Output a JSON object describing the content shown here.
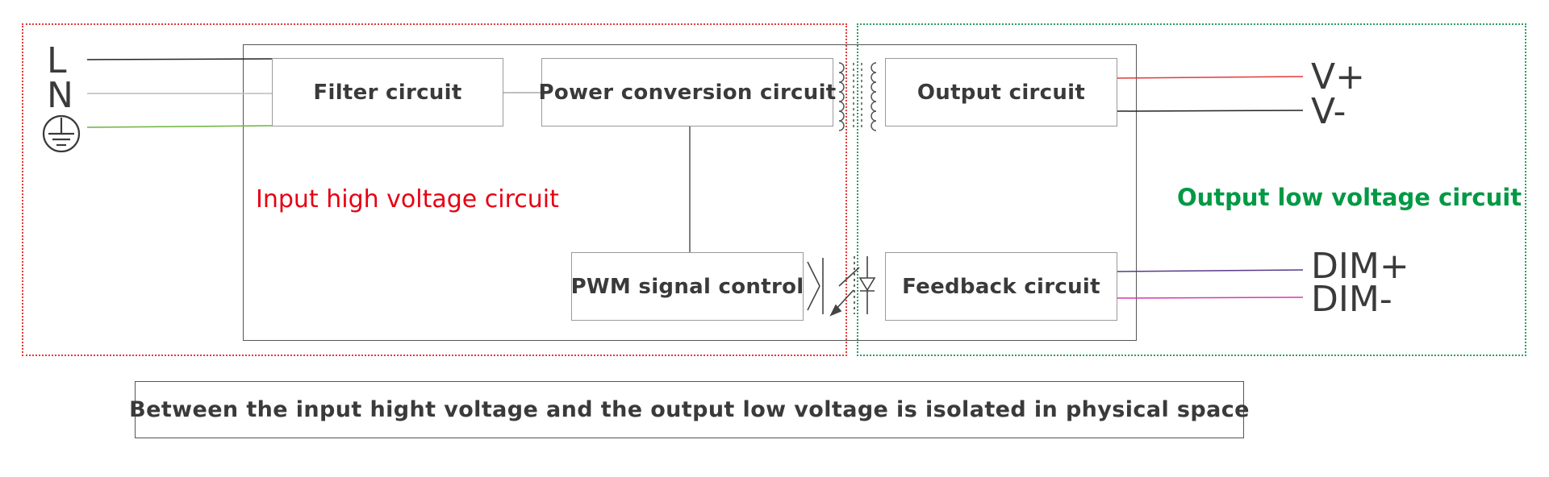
{
  "zones": {
    "input_label": "Input high voltage circuit",
    "output_label": "Output low voltage circuit",
    "input_color": "#e60012",
    "output_color": "#009944"
  },
  "blocks": {
    "filter": "Filter circuit",
    "power_conversion": "Power conversion circuit",
    "output": "Output circuit",
    "pwm": "PWM signal control",
    "feedback": "Feedback circuit"
  },
  "terminals": {
    "line": "L",
    "neutral": "N",
    "v_plus": "V+",
    "v_minus": "V-",
    "dim_plus": "DIM+",
    "dim_minus": "DIM-"
  },
  "wire_colors": {
    "line": "#222222",
    "neutral": "#bbbbbb",
    "ground": "#6db33f",
    "v_plus": "#e23a3a",
    "v_minus": "#222222",
    "dim_plus": "#5a3a8a",
    "dim_minus": "#d63ab0"
  },
  "note": "Between the input hight voltage and the output low voltage is isolated in physical space"
}
